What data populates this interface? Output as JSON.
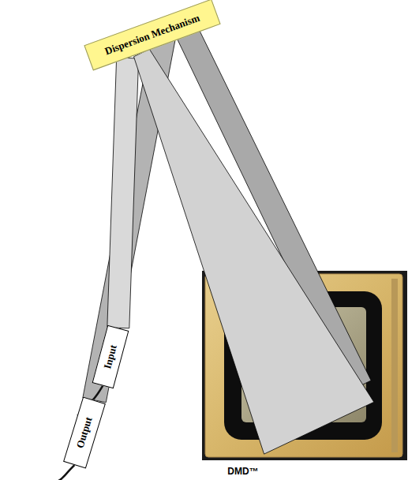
{
  "diagram": {
    "nodes": [
      {
        "text": [
          "Dispersion Mechanism"
        ]
      },
      {
        "text": [
          "Input"
        ]
      },
      {
        "text": [
          "Output"
        ]
      },
      {
        "text": [
          "DMD™"
        ]
      }
    ],
    "edges": [
      {
        "from": 1,
        "to": 0,
        "arrow": "none"
      },
      {
        "from": 0,
        "to": 3,
        "arrow": "none"
      },
      {
        "from": 3,
        "to": 0,
        "arrow": "none"
      },
      {
        "from": 0,
        "to": 2,
        "arrow": "none"
      }
    ]
  }
}
